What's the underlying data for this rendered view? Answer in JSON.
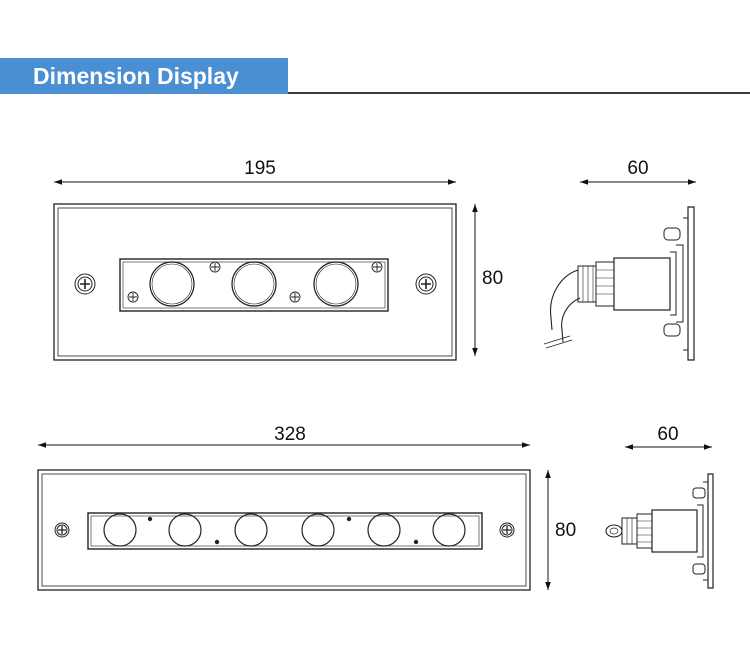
{
  "header": {
    "title": "Dimension Display",
    "accent_color": "#4a8fd3"
  },
  "drawing_1": {
    "front_view": {
      "width_label": "195",
      "height_label": "80",
      "lens_count": 3
    },
    "side_view": {
      "depth_label": "60"
    }
  },
  "drawing_2": {
    "front_view": {
      "width_label": "328",
      "height_label": "80",
      "lens_count": 6
    },
    "side_view": {
      "depth_label": "60"
    }
  }
}
